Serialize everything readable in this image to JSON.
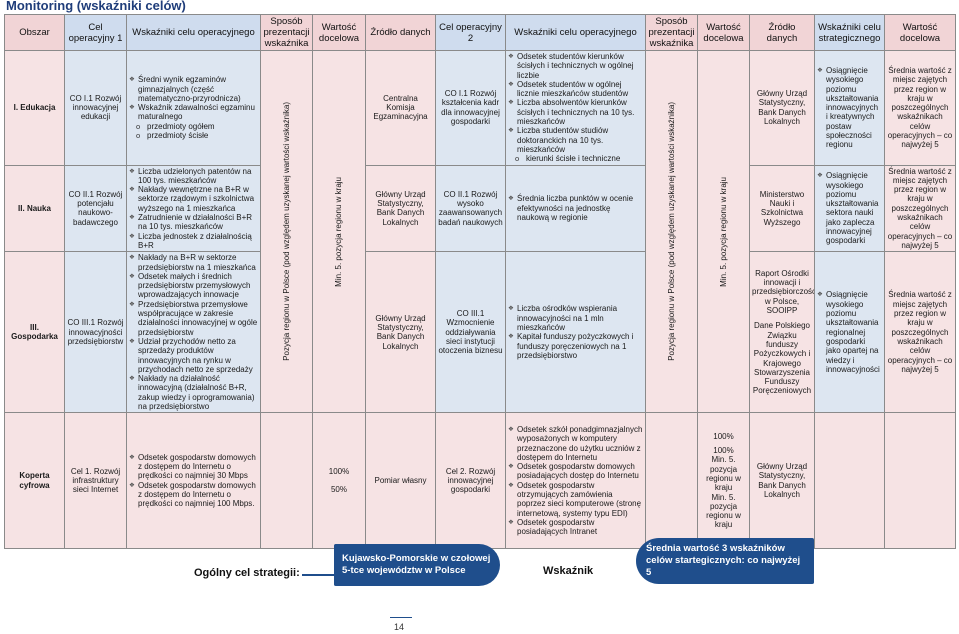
{
  "page": {
    "title": "Monitoring (wskaźniki celów)",
    "number": "14"
  },
  "headers": {
    "obszar": "Obszar",
    "cel1": "Cel operacyjny 1",
    "wsk1": "Wskaźniki celu operacyjnego",
    "sposob1": "Sposób prezentacji wskaźnika",
    "wart1": "Wartość docelowa",
    "zrodlo1": "Źródło danych",
    "cel2": "Cel operacyjny 2",
    "wsk2": "Wskaźniki celu operacyjnego",
    "sposob2": "Sposób prezentacji wskaźnika",
    "wart2": "Wartość docelowa",
    "zrodlo2": "Źródło danych",
    "wsk3": "Wskaźniki celu strategicznego",
    "wart3": "Wartość docelowa"
  },
  "areas": {
    "edukacja": "I. Edukacja",
    "nauka": "II. Nauka",
    "gospodarka": "III. Gospodarka",
    "koperta": "Koperta cyfrowa"
  },
  "cel1": {
    "edu": "CO I.1 Rozwój innowacyjnej edukacji",
    "nauka": "CO II.1 Rozwój potencjału naukowo-badawczego",
    "gosp": "CO III.1 Rozwój innowacyjności przedsiębiorstw",
    "kop": "Cel 1. Rozwój infrastruktury sieci Internet"
  },
  "wsk1": {
    "edu": [
      "Średni wynik egzaminów gimnazjalnych (część matematyczno-przyrodnicza)",
      "Wskaźnik zdawalności egzaminu maturalnego"
    ],
    "edu_sub": [
      "przedmioty ogółem",
      "przedmioty ścisłe"
    ],
    "nauka": [
      "Liczba udzielonych patentów na 100 tys. mieszkańców",
      "Nakłady wewnętrzne na B+R w sektorze rządowym i szkolnictwa wyższego na 1 mieszkańca",
      "Zatrudnienie w działalności B+R na 10 tys. mieszkańców",
      "Liczba jednostek z działalnością B+R"
    ],
    "gosp": [
      "Nakłady na B+R w sektorze przedsiębiorstw na 1 mieszkańca",
      "Odsetek małych i średnich przedsiębiorstw przemysłowych wprowadzających innowacje",
      "Przedsiębiorstwa przemysłowe współpracujące w zakresie działalności innowacyjnej w ogóle przedsiębiorstw",
      "Udział przychodów netto za sprzedaży produktów innowacyjnych na rynku w przychodach netto ze sprzedaży",
      "Nakłady na działalność innowacyjną (działalność B+R, zakup wiedzy i oprogramowania) na przedsiębiorstwo"
    ],
    "kop": [
      "Odsetek gospodarstw domowych z dostępem do Internetu o prędkości co najmniej 30 Mbps",
      "Odsetek gospodarstw domowych z dostępem do Internetu o prędkości co najmniej 100 Mbps."
    ]
  },
  "sposob1": {
    "vert": "Pozycja regionu w Polsce (pod względem uzyskanej wartości wskaźnika)"
  },
  "wart1": {
    "vert": "Min. 5. pozycja regionu w kraju",
    "kop1": "100%",
    "kop2": "50%"
  },
  "zrodlo1": {
    "edu": "Centralna Komisja Egzaminacyjna",
    "nauka": "Główny Urząd Statystyczny, Bank Danych Lokalnych",
    "gosp": "Główny Urząd Statystyczny, Bank Danych Lokalnych",
    "kop": "Pomiar własny"
  },
  "cel2": {
    "edu": "CO I.1 Rozwój kształcenia kadr dla innowacyjnej gospodarki",
    "nauka": "CO II.1 Rozwój wysoko zaawansowanych badań naukowych",
    "gosp": "CO III.1 Wzmocnienie oddziaływania sieci instytucji otoczenia biznesu",
    "kop": "Cel 2. Rozwój innowacyjnej gospodarki"
  },
  "wsk2": {
    "edu": [
      "Odsetek studentów kierunków ścisłych i technicznych w ogólnej liczbie",
      "Odsetek studentów w ogólnej licznie mieszkańców studentów",
      "Liczba absolwentów kierunków ścisłych i technicznych na 10 tys. mieszkańców",
      "Liczba studentów studiów doktoranckich na 10 tys. mieszkańców"
    ],
    "edu_sub": [
      "kierunki ścisłe i techniczne"
    ],
    "nauka": [
      "Średnia liczba punktów w ocenie efektywności na jednostkę naukową w regionie"
    ],
    "gosp": [
      "Liczba ośrodków wspierania innowacyjności na 1 mln mieszkańców",
      "Kapitał funduszy pożyczkowych i funduszy poręczeniowych na 1 przedsiębiorstwo"
    ],
    "kop": [
      "Odsetek szkół ponadgimnazjalnych wyposażonych w komputery przeznaczone do użytku uczniów z dostępem do Internetu",
      "Odsetek gospodarstw domowych posiadających dostęp do Internetu",
      "Odsetek gospodarstw otrzymujących zamówienia poprzez sieci komputerowe (stronę internetową, systemy typu EDI)",
      "Odsetek gospodarstw posiadających Intranet"
    ]
  },
  "sposob2": {
    "vert": "Pozycja regionu w Polsce (pod względem uzyskanej wartości wskaźnika)"
  },
  "wart2": {
    "vert": "Min. 5. pozycja regionu w kraju",
    "kop1": "100%",
    "kop2": "100%",
    "kop3": "Min. 5. pozycja regionu w kraju",
    "kop4": "Min. 5. pozycja regionu w kraju"
  },
  "zrodlo2": {
    "edu": "Główny Urząd Statystyczny, Bank Danych Lokalnych",
    "nauka": "Ministerstwo Nauki i Szkolnictwa Wyższego",
    "gosp1": "Raport Ośrodki innowacji i przedsiębiorczości w Polsce, SOOIPP",
    "gosp2": "Dane Polskiego Związku funduszy Pożyczkowych i Krajowego Stowarzyszenia Funduszy Poręczeniowych",
    "kop": "Główny Urząd Statystyczny, Bank Danych Lokalnych"
  },
  "wsk3": {
    "edu": "Osiągnięcie wysokiego poziomu ukształtowania innowacyjnych i kreatywnych postaw społeczności regionu",
    "nauka": "Osiągnięcie wysokiego poziomu ukształtowania sektora nauki jako zaplecza innowacyjnej gospodarki",
    "gosp": "Osiągnięcie wysokiego poziomu ukształtowania regionalnej gospodarki jako opartej na wiedzy i innowacyjności"
  },
  "wart3": {
    "edu": "Średnia wartość z miejsc zajętych przez region w kraju w poszczególnych wskaźnikach celów operacyjnych – co najwyżej 5",
    "nauka": "Średnia wartość z miejsc zajętych przez region w kraju w poszczególnych wskaźnikach celów operacyjnych – co najwyżej 5",
    "gosp": "Średnia wartość z miejsc zajętych przez region w kraju w poszczególnych wskaźnikach celów operacyjnych – co najwyżej 5"
  },
  "bottom": {
    "goal_label": "Ogólny cel strategii:",
    "goal_text": "Kujawsko-Pomorskie w czołowej 5-tce województw w Polsce",
    "indicator_label": "Wskaźnik",
    "indicator_text": "Średnia wartość 3 wskaźników celów startegicznych: co najwyżej 5"
  },
  "colors": {
    "pink": "#f6e3e4",
    "blue": "#dde6f1",
    "accent": "#1f4e8c"
  }
}
